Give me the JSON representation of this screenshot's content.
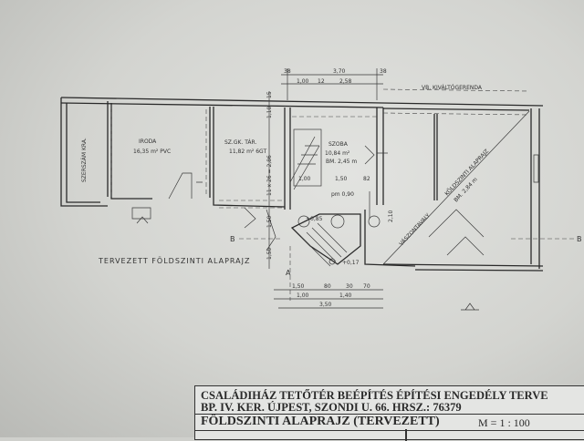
{
  "plan": {
    "drawing_title": "TERVEZETT FÖLDSZINTI ALAPRAJZ",
    "rooms": [
      {
        "name": "SZERSZÁM KRA."
      },
      {
        "name": "IRODA",
        "area": "16,35 m² PVC"
      },
      {
        "name": "SZ.GK. TÁR.",
        "area": "11,82 m² 6GT"
      },
      {
        "name": "SZOBA",
        "area": "10,84 m²",
        "height": "BM. 2,45 m"
      },
      {
        "name": "VÁSZONTAVALY"
      },
      {
        "name": "KÖLDSZINTI ALAPRAJZ",
        "height": "BM. 2,84 m"
      }
    ],
    "beam_label": "VB. KIVÁLTÓGERENDA",
    "section_marks": [
      "B",
      "A",
      "B"
    ],
    "dimensions_top": [
      "38",
      "3,70",
      "38",
      "1,00",
      "12",
      "2,58"
    ],
    "dimensions_vertical": [
      "11 x 26 = 2,86",
      "1,10",
      "15",
      "1,50",
      "1,50"
    ],
    "dimensions_inner": [
      "1,00",
      "1,50",
      "82",
      "pm 0,90",
      "+0,85",
      "+0,17",
      "2,10"
    ],
    "dimensions_bottom": [
      "1,50",
      "80",
      "30",
      "70",
      "1,00",
      "1,40",
      "3,50"
    ]
  },
  "title_block": {
    "line1": "CSALÁDIHÁZ TETŐTÉR BEÉPÍTÉS ÉPÍTÉSI ENGEDÉLY TERVE",
    "line2": "BP. IV. KER. ÚJPEST, SZONDI U. 66. HRSZ.: 76379",
    "line3": "FÖLDSZINTI ALAPRAJZ (TERVEZETT)",
    "scale": "M = 1 : 100"
  }
}
